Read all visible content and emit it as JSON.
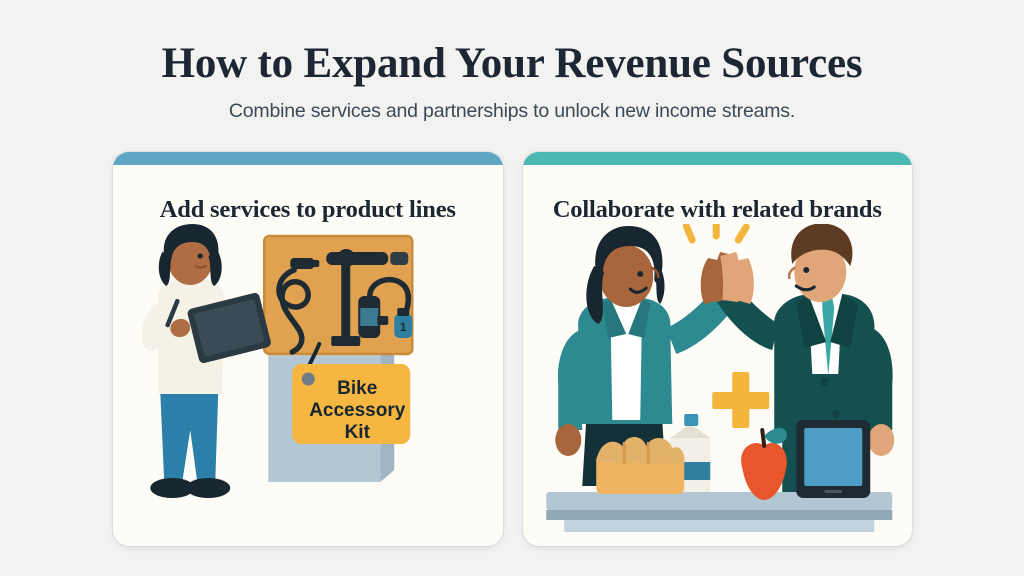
{
  "header": {
    "title": "How to Expand Your Revenue Sources",
    "subtitle": "Combine services and partnerships to unlock new income streams."
  },
  "background_color": "#f2f2f1",
  "cards": [
    {
      "title": "Add services to product lines",
      "accent_color": "#5fa6c4",
      "surface_color": "#fdfcf6",
      "illustration": {
        "name": "person-with-tablet-beside-bike-accessory-display",
        "tag_label": "Bike Accessory Kit",
        "tag_color": "#f6b642",
        "board_color": "#e0a150",
        "counter_color": "#b3c6d4",
        "person": {
          "hair_color": "#17262f",
          "skin_color": "#b06c43",
          "top_color": "#f4f1e6",
          "pants_color": "#2b7fa8",
          "shoes_color": "#17262f",
          "device": "tablet"
        },
        "products": [
          "cable-lock",
          "bike-pump",
          "bike-light"
        ]
      }
    },
    {
      "title": "Collaborate with related brands",
      "accent_color": "#4bb8b4",
      "surface_color": "#fdfcf6",
      "illustration": {
        "name": "two-professionals-high-five-over-counter-of-goods",
        "sparkle_color": "#f3b53c",
        "plus_color": "#f3b53c",
        "counter_color": "#b3c6d4",
        "person_left": {
          "hair_color": "#17262f",
          "skin_color": "#a8663c",
          "blazer_color": "#2d8a90",
          "shirt_color": "#ffffff",
          "skirt_color": "#143038"
        },
        "person_right": {
          "hair_color": "#5d3a22",
          "skin_color": "#e0a679",
          "suit_color": "#14504f",
          "shirt_color": "#ffffff",
          "tie_color": "#3aa9a5"
        },
        "goods": [
          "bread-loaf",
          "milk-carton",
          "apple",
          "tablet"
        ]
      }
    }
  ]
}
